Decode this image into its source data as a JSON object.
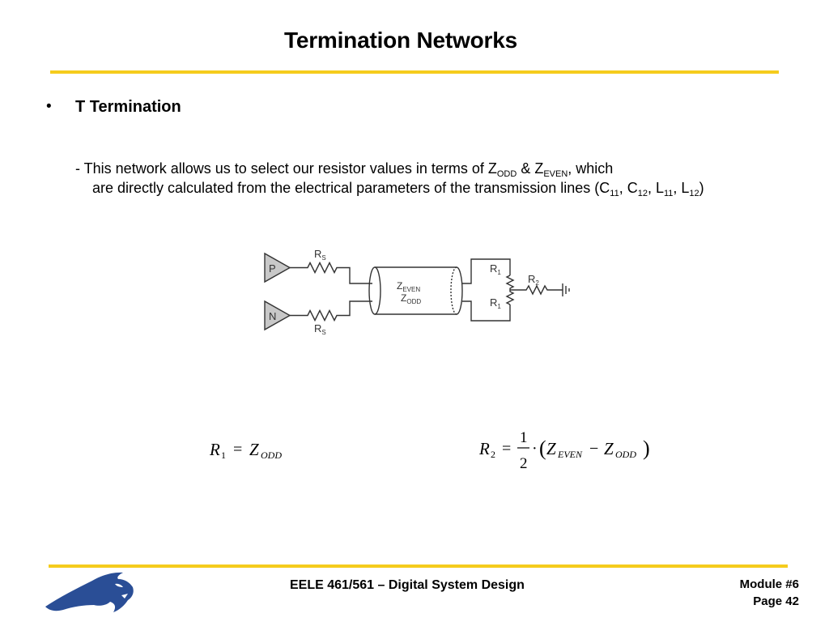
{
  "slide": {
    "title": "Termination Networks",
    "bullet_symbol": "•",
    "bullet_heading": "T Termination",
    "para": {
      "line1_pre": "- This network allows us to select our resistor values in terms of Z",
      "sub_odd": "ODD",
      "amp": " & Z",
      "sub_even": "EVEN",
      "line1_post": ", which",
      "line2_pre": "are directly calculated from the electrical parameters of the transmission lines (C",
      "sub_11a": "11",
      "c12_pre": ", C",
      "sub_12a": "12",
      "l11_pre": ", L",
      "sub_11b": "11",
      "l12_pre": ", L",
      "sub_12b": "12",
      "close": ")"
    }
  },
  "circuit": {
    "driver_p": "P",
    "driver_n": "N",
    "rs_top": "R",
    "rs_top_sub": "S",
    "rs_bottom": "R",
    "rs_bottom_sub": "S",
    "zeven": "Z",
    "zeven_sub": "EVEN",
    "zodd": "Z",
    "zodd_sub": "ODD",
    "r1_top": "R",
    "r1_top_sub": "1",
    "r1_bottom": "R",
    "r1_bottom_sub": "1",
    "r2": "R",
    "r2_sub": "2"
  },
  "equations": {
    "eq1": {
      "lhs": "R",
      "lhs_sub": "1",
      "op": "=",
      "rhs": "Z",
      "rhs_sub": "ODD"
    },
    "eq2": {
      "lhs": "R",
      "lhs_sub": "2",
      "op": "=",
      "num": "1",
      "den": "2",
      "dot": "·",
      "lparen": "(",
      "z1": "Z",
      "z1_sub": "EVEN",
      "minus": "−",
      "z2": "Z",
      "z2_sub": "ODD",
      "rparen": ")"
    }
  },
  "footer": {
    "course": "EELE 461/561 – Digital System Design",
    "module": "Module #6",
    "page": "Page 42"
  },
  "colors": {
    "rule": "#f5cc1d",
    "logo": "#2a4e96",
    "driver_fill": "#c8c8c8"
  }
}
